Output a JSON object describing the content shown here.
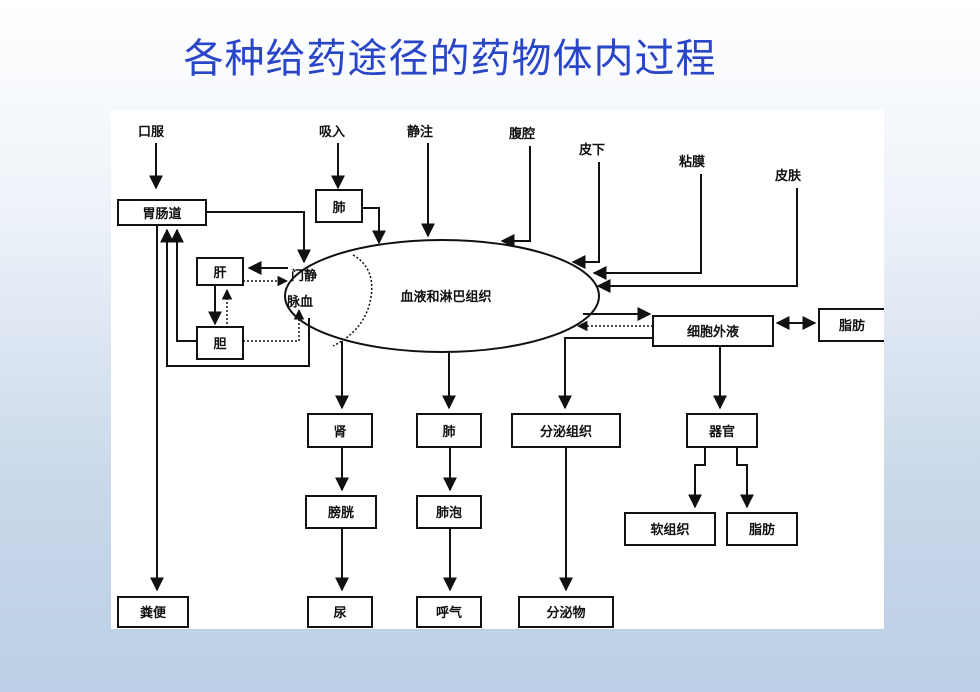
{
  "title": "各种给药途径的药物体内过程",
  "routes": {
    "oral": "口服",
    "inhale": "吸入",
    "iv": "静注",
    "ip": "腹腔",
    "sc": "皮下",
    "mucosa": "粘膜",
    "skin": "皮肤"
  },
  "nodes": {
    "gi": "胃肠道",
    "lung_in": "肺",
    "liver": "肝",
    "bile": "胆",
    "portal_1": "门静",
    "portal_2": "脉血",
    "blood": "血液和淋巴组织",
    "ecf": "细胞外液",
    "fat_ecf": "脂肪",
    "kidney": "肾",
    "lung_out": "肺",
    "secretory": "分泌组织",
    "organ": "器官",
    "bladder": "膀胱",
    "alveoli": "肺泡",
    "soft_tissue": "软组织",
    "fat_organ": "脂肪",
    "feces": "粪便",
    "urine": "尿",
    "breath": "呼气",
    "secretion": "分泌物"
  }
}
